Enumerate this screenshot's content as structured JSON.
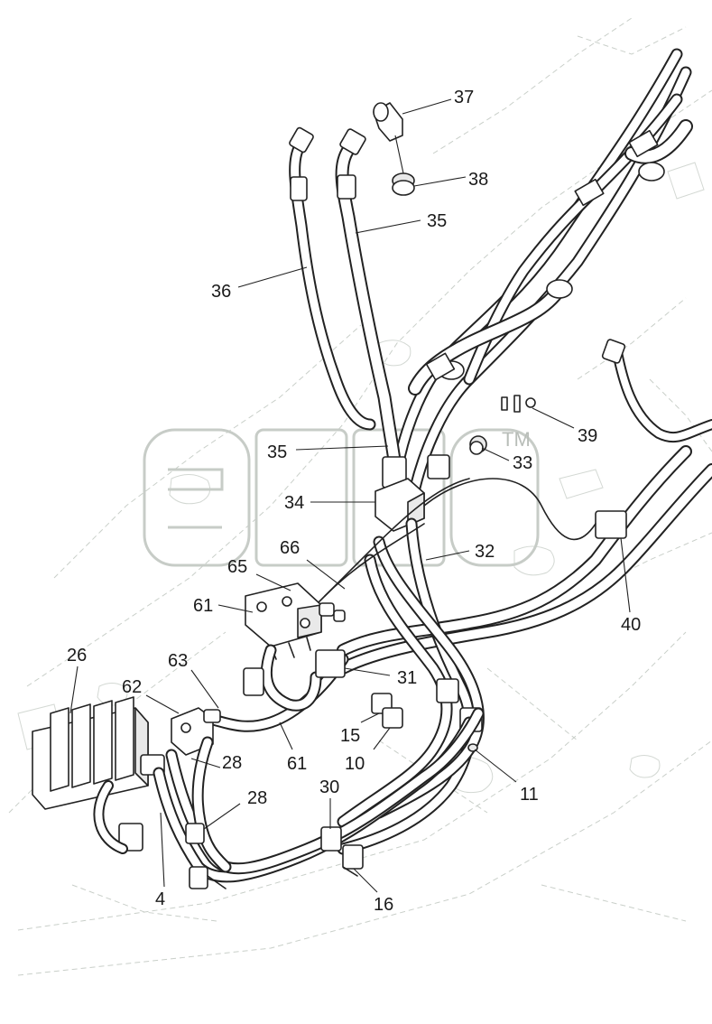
{
  "watermark": {
    "trademark": "TM"
  },
  "callouts": [
    {
      "id": "c37",
      "label": "37"
    },
    {
      "id": "c38",
      "label": "38"
    },
    {
      "id": "c35a",
      "label": "35"
    },
    {
      "id": "c36",
      "label": "36"
    },
    {
      "id": "c39",
      "label": "39"
    },
    {
      "id": "c35b",
      "label": "35"
    },
    {
      "id": "c33",
      "label": "33"
    },
    {
      "id": "c34",
      "label": "34"
    },
    {
      "id": "c66",
      "label": "66"
    },
    {
      "id": "c32",
      "label": "32"
    },
    {
      "id": "c65",
      "label": "65"
    },
    {
      "id": "c61a",
      "label": "61"
    },
    {
      "id": "c40",
      "label": "40"
    },
    {
      "id": "c26",
      "label": "26"
    },
    {
      "id": "c63",
      "label": "63"
    },
    {
      "id": "c31",
      "label": "31"
    },
    {
      "id": "c62",
      "label": "62"
    },
    {
      "id": "c15",
      "label": "15"
    },
    {
      "id": "c28a",
      "label": "28"
    },
    {
      "id": "c61b",
      "label": "61"
    },
    {
      "id": "c10",
      "label": "10"
    },
    {
      "id": "c11",
      "label": "11"
    },
    {
      "id": "c30",
      "label": "30"
    },
    {
      "id": "c28b",
      "label": "28"
    },
    {
      "id": "c4",
      "label": "4"
    },
    {
      "id": "c16",
      "label": "16"
    }
  ]
}
